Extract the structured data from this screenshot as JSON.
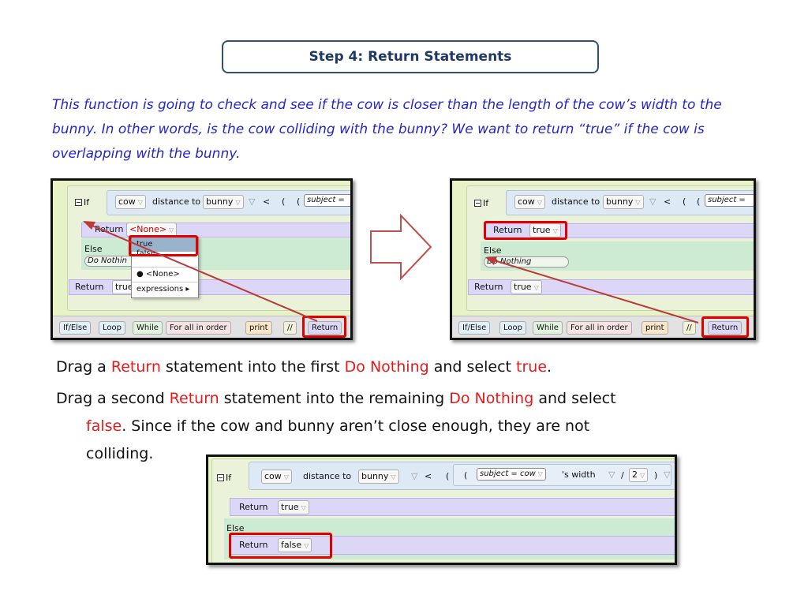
{
  "title": "Step 4: Return Statements",
  "intro": "This function is going to check and see if the cow is closer than the length of the cow’s width to the bunny. In other words, is the cow colliding with the bunny? We want to return “true” if the cow is overlapping with the bunny.",
  "code": {
    "if": "If",
    "cow": "cow",
    "distance_to": "distance to",
    "bunny": "bunny",
    "lt": "<",
    "paren": "(",
    "subject_cow": "subject = cow",
    "subject_short": "subject =",
    "s_width": "'s width",
    "divide": "/",
    "two": "2",
    "close_paren": ")",
    "return": "Return",
    "none": "<None>",
    "true": "true",
    "false": "false",
    "else": "Else",
    "do_nothing": "Do Nothing",
    "do_nothing_cut": "Do Nothin"
  },
  "menu_items": [
    "true",
    "false",
    "<None>",
    "expressions"
  ],
  "toolbar": [
    "If/Else",
    "Loop",
    "While",
    "For all in order",
    "print",
    "//",
    "Return"
  ],
  "steps": {
    "s1_a": "Drag a ",
    "s1_b": "Return",
    "s1_c": " statement into the first ",
    "s1_d": "Do Nothing",
    "s1_e": " and select ",
    "s1_f": "true",
    "s1_g": ".",
    "s2_a": "Drag a second ",
    "s2_b": "Return",
    "s2_c": " statement into the remaining ",
    "s2_d": "Do Nothing",
    "s2_e": " and select",
    "s2_f": "false",
    "s2_g": ". Since if the cow and bunny aren’t close enough, they are not",
    "s2_h": "colliding."
  },
  "colors": {
    "accent_red": "#e41b1b",
    "intro_blue": "#2525c8",
    "title_navy": "#1f3864",
    "highlight_red": "#e00000"
  }
}
